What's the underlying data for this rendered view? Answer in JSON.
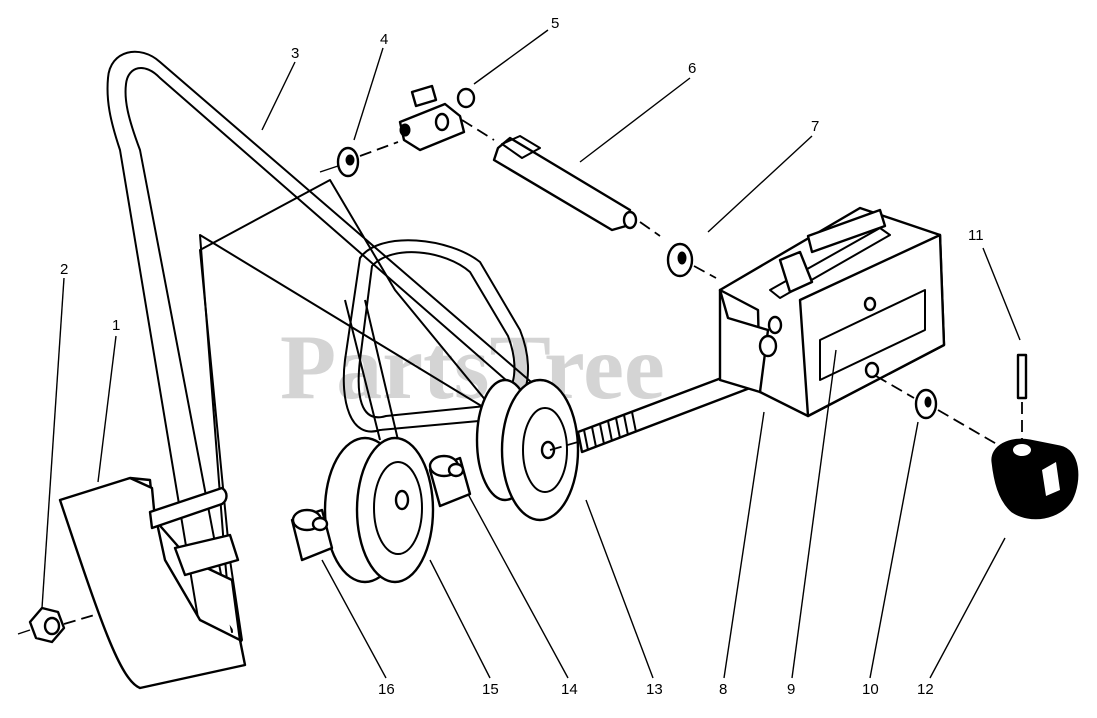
{
  "watermark": "PartsTree",
  "callouts": [
    {
      "id": "1",
      "label": "1"
    },
    {
      "id": "2",
      "label": "2"
    },
    {
      "id": "3",
      "label": "3"
    },
    {
      "id": "4",
      "label": "4"
    },
    {
      "id": "5",
      "label": "5"
    },
    {
      "id": "6",
      "label": "6"
    },
    {
      "id": "7",
      "label": "7"
    },
    {
      "id": "8",
      "label": "8"
    },
    {
      "id": "9",
      "label": "9"
    },
    {
      "id": "10",
      "label": "10"
    },
    {
      "id": "11",
      "label": "11"
    },
    {
      "id": "12",
      "label": "12"
    },
    {
      "id": "13",
      "label": "13"
    },
    {
      "id": "14",
      "label": "14"
    },
    {
      "id": "15",
      "label": "15"
    },
    {
      "id": "16",
      "label": "16"
    }
  ]
}
